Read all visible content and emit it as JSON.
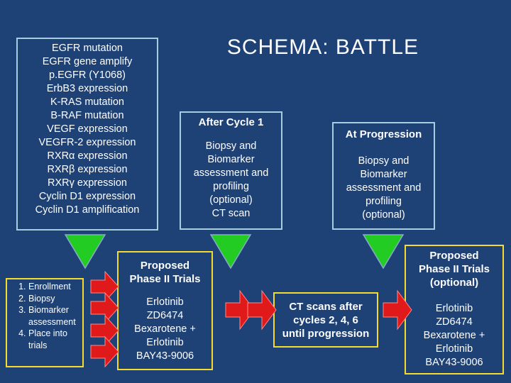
{
  "title": "SCHEMA:  BATTLE",
  "biomarkers": [
    "EGFR mutation",
    "EGFR gene amplify",
    "p.EGFR (Y1068)",
    "ErbB3 expression",
    "K-RAS mutation",
    "B-RAF mutation",
    "VEGF expression",
    "VEGFR-2 expression",
    "RXRα expression",
    "RXRβ expression",
    "RXRγ expression",
    "Cyclin D1 expression",
    "Cyclin D1 amplification"
  ],
  "after_cycle": {
    "header": "After Cycle 1",
    "lines": [
      "Biopsy and",
      "Biomarker",
      "assessment and",
      "profiling",
      "(optional)",
      "CT scan"
    ]
  },
  "at_progression": {
    "header": "At Progression",
    "lines": [
      "Biopsy and",
      "Biomarker",
      "assessment and",
      "profiling",
      "(optional)"
    ]
  },
  "enrollment_steps": [
    "Enrollment",
    "Biopsy",
    "Biomarker assessment",
    "Place into trials"
  ],
  "proposed_trials": {
    "header_lines": [
      "Proposed",
      "Phase II Trials"
    ],
    "drugs": [
      "Erlotinib",
      "ZD6474",
      "Bexarotene +",
      "Erlotinib",
      "BAY43-9006"
    ]
  },
  "ct_scans": [
    "CT scans after",
    "cycles 2, 4, 6",
    "until progression"
  ],
  "optional_trials": {
    "header_lines": [
      "Proposed",
      "Phase II Trials",
      "(optional)"
    ],
    "drugs": [
      "Erlotinib",
      "ZD6474",
      "Bexarotene +",
      "Erlotinib",
      "BAY43-9006"
    ]
  },
  "colors": {
    "background": "#1e4176",
    "box_border": "#a8cde0",
    "highlight_border": "#f5dc2a",
    "triangle": "#22cc22",
    "arrow": "#e01a1a"
  }
}
